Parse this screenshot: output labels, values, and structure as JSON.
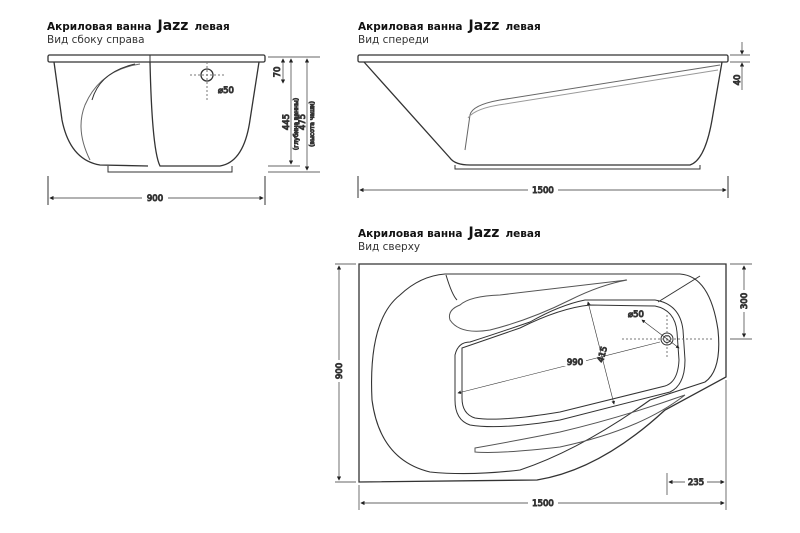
{
  "views": [
    {
      "title": "Акриловая ванна",
      "brand": "Jazz",
      "variant": "левая",
      "subtitle": "Вид сбоку справа",
      "dims": {
        "width": "900",
        "rim": "70",
        "depth": "445",
        "depth_label": "(глубина ванны)",
        "height": "475",
        "height_label": "(высота чаши)",
        "drain": "⌀50"
      }
    },
    {
      "title": "Акриловая ванна",
      "brand": "Jazz",
      "variant": "левая",
      "subtitle": "Вид спереди",
      "dims": {
        "width": "1500",
        "rim": "40"
      }
    },
    {
      "title": "Акриловая ванна",
      "brand": "Jazz",
      "variant": "левая",
      "subtitle": "Вид сверху",
      "dims": {
        "width": "1500",
        "height": "900",
        "corner": "300",
        "offset": "235",
        "inner_length": "990",
        "inner_width": "415",
        "drain": "⌀50"
      }
    }
  ]
}
